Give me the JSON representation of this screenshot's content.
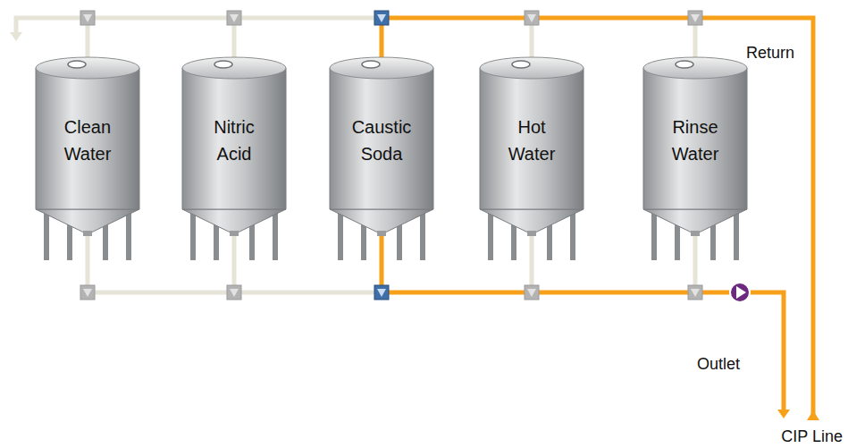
{
  "diagram": {
    "nodes": [
      {
        "text": [
          "Clean Water"
        ]
      },
      {
        "text": [
          "Nitric Acid"
        ]
      },
      {
        "text": [
          "Caustic Soda"
        ]
      },
      {
        "text": [
          "Hot Water"
        ]
      },
      {
        "text": [
          "Rinse Water"
        ]
      }
    ],
    "labels": [
      "Return",
      "Outlet",
      "CIP Line"
    ]
  }
}
